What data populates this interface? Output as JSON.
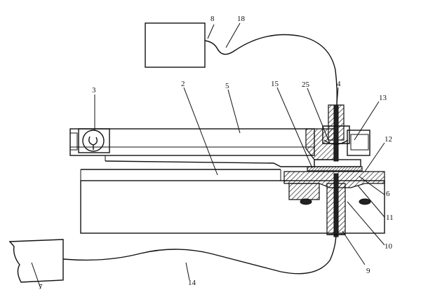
{
  "labels": {
    "l8": "8",
    "l18": "18",
    "l3": "3",
    "l2": "2",
    "l5": "5",
    "l15": "15",
    "l25": "25",
    "l4": "4",
    "l13": "13",
    "l12": "12",
    "l6": "6",
    "l11": "11",
    "l10": "10",
    "l9": "9",
    "l7": "7",
    "l14": "14"
  }
}
